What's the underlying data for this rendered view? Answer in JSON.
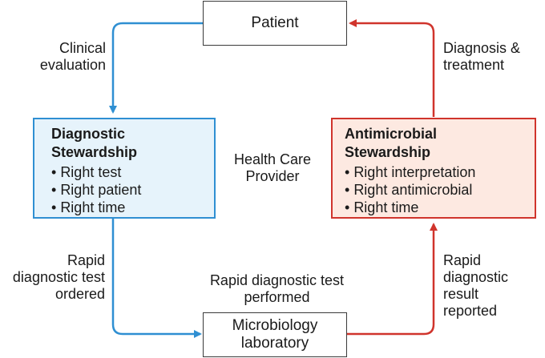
{
  "nodes": {
    "patient": "Patient",
    "lab": "Microbiology laboratory",
    "provider": "Health Care Provider"
  },
  "diagnostic": {
    "title": "Diagnostic Stewardship",
    "items": [
      "Right test",
      "Right patient",
      "Right time"
    ]
  },
  "antimicrobial": {
    "title": "Antimicrobial Stewardship",
    "items": [
      "Right interpretation",
      "Right antimicrobial",
      "Right time"
    ]
  },
  "edges": {
    "clinical_evaluation": "Clinical evaluation",
    "test_ordered": "Rapid diagnostic test ordered",
    "test_performed": "Rapid diagnostic test performed",
    "result_reported": "Rapid diagnostic result reported",
    "diagnosis_treatment": "Diagnosis & treatment"
  },
  "colors": {
    "diagnostic_flow": "#2f8fd2",
    "antimicrobial_flow": "#d0342c",
    "diagnostic_fill": "#e6f3fb",
    "antimicrobial_fill": "#fde9e1"
  }
}
